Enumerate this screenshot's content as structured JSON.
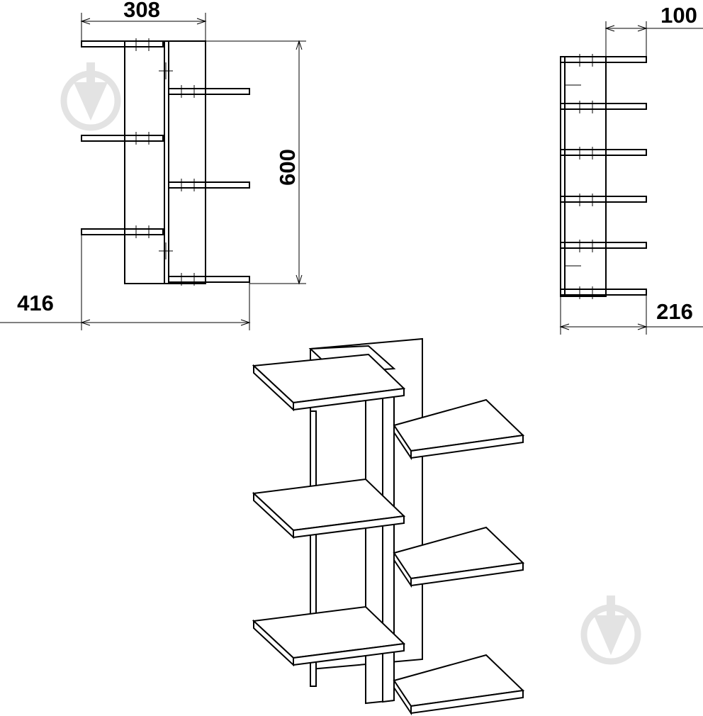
{
  "dimensions": {
    "front_width": "308",
    "height": "600",
    "overall_width": "416",
    "side_depth_top": "100",
    "side_depth_total": "216"
  },
  "colors": {
    "line": "#000000",
    "background": "#ffffff",
    "watermark": "#e3e3e3"
  },
  "icons": {
    "watermark": "download-arrow-circle-icon"
  }
}
